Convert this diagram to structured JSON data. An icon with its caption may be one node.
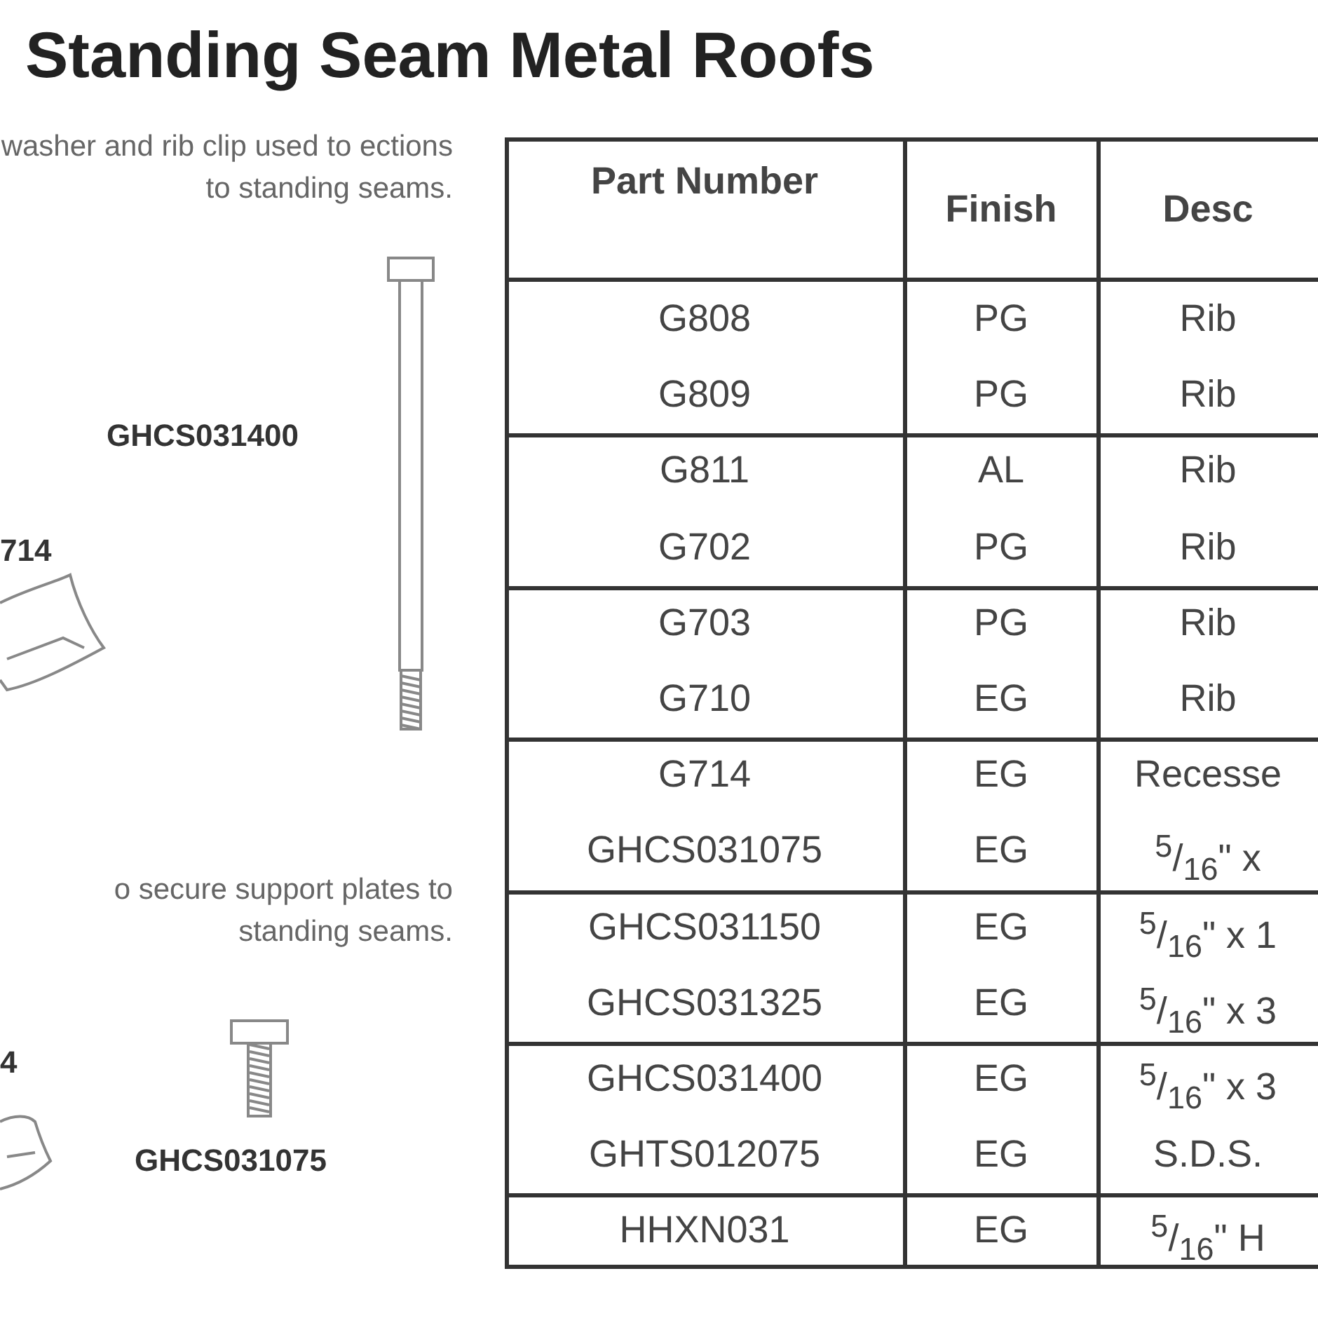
{
  "diagram": {
    "title": "Standing Seam Metal Roofs",
    "labels": [
      "washer and rib clip used to ections to standing seams.",
      "GHCS031400",
      "714",
      "o secure support plates to standing seams.",
      "4",
      "GHCS031075",
      "Part Number",
      "Finish",
      "Desc",
      "G808",
      "PG",
      "Rib",
      "G809",
      "PG",
      "Rib",
      "G811",
      "AL",
      "Rib",
      "G702",
      "PG",
      "Rib",
      "G703",
      "PG",
      "Rib",
      "G710",
      "EG",
      "Rib",
      "G714",
      "EG",
      "Recesse",
      "GHCS031075",
      "EG",
      "$^{5}$/$_{16}$\" x",
      "GHCS031150",
      "EG",
      "$^{5}$/$_{16}$\" x 1",
      "GHCS031325",
      "EG",
      "$^{5}$/$_{16}$\" x 3",
      "GHCS031400",
      "EG",
      "$^{5}$/$_{16}$\"  x 3",
      "GHTS012075",
      "EG",
      "S.D.S.",
      "HHXN031",
      "EG",
      "$^{5}$/$_{16}$\" H"
    ]
  }
}
